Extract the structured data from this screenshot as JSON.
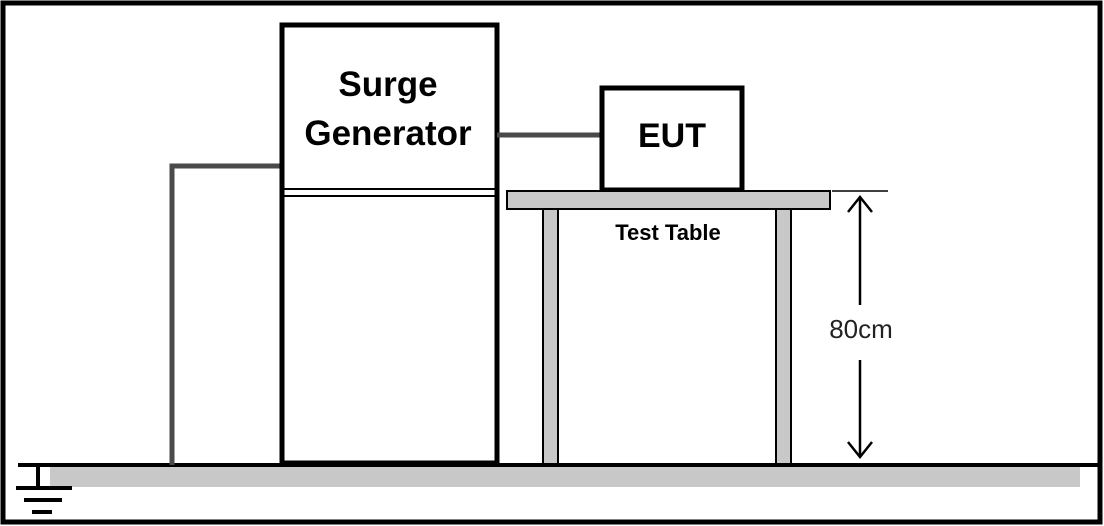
{
  "labels": {
    "generator_line1": "Surge",
    "generator_line2": "Generator",
    "eut": "EUT",
    "table": "Test Table",
    "height": "80cm"
  },
  "colors": {
    "outline": "#000000",
    "wire": "#4a4a4a",
    "ground_plane": "#c8c8c8",
    "table_fill": "#c8c8c8"
  }
}
